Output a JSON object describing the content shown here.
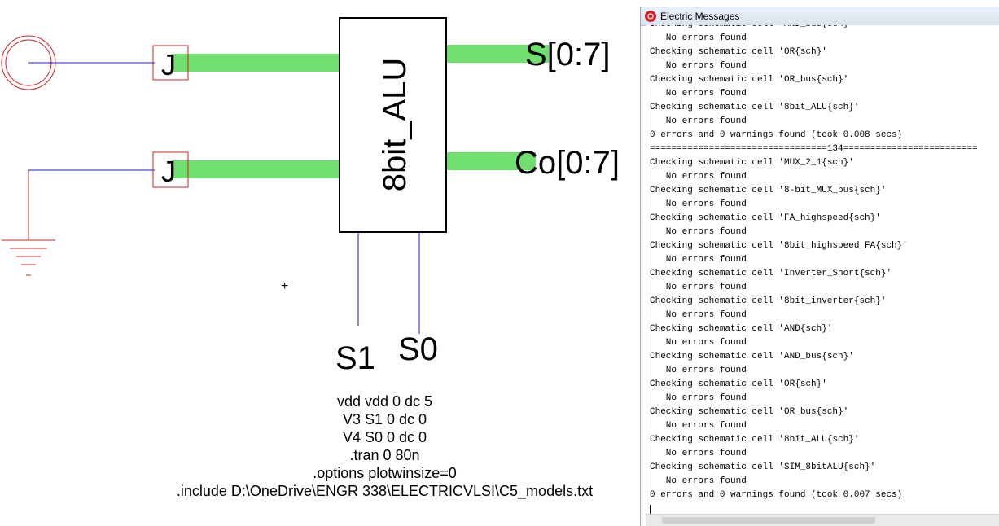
{
  "schematic": {
    "alu_label": "8bit_ALU",
    "jumper_top_label": "J",
    "jumper_bottom_label": "J",
    "output_s": "S[0:7]",
    "output_co": "Co[0:7]",
    "input_s1": "S1",
    "input_s0": "S0",
    "crosshair": "+",
    "colors": {
      "bus": "#6fe06f",
      "wire": "#1a1acc",
      "power": "#cc2222",
      "box": "#000000"
    }
  },
  "spice": {
    "line1": "vdd vdd 0 dc 5",
    "line2": "V3 S1 0 dc 0",
    "line3": "V4 S0 0 dc 0",
    "line4": ".tran 0 80n",
    "line5": ".options plotwinsize=0",
    "line6": ".include D:\\OneDrive\\ENGR 338\\ELECTRICVLSI\\C5_models.txt"
  },
  "messages_window": {
    "title": "Electric Messages",
    "icon": "electric-app-icon",
    "lines": [
      "Checking schematic cell 'AND_bus{sch}'",
      "   No errors found",
      "Checking schematic cell 'OR{sch}'",
      "   No errors found",
      "Checking schematic cell 'OR_bus{sch}'",
      "   No errors found",
      "Checking schematic cell '8bit_ALU{sch}'",
      "   No errors found",
      "0 errors and 0 warnings found (took 0.008 secs)",
      "=================================134=========================",
      "Checking schematic cell 'MUX_2_1{sch}'",
      "   No errors found",
      "Checking schematic cell '8-bit_MUX_bus{sch}'",
      "   No errors found",
      "Checking schematic cell 'FA_highspeed{sch}'",
      "   No errors found",
      "Checking schematic cell '8bit_highspeed_FA{sch}'",
      "   No errors found",
      "Checking schematic cell 'Inverter_Short{sch}'",
      "   No errors found",
      "Checking schematic cell '8bit_inverter{sch}'",
      "   No errors found",
      "Checking schematic cell 'AND{sch}'",
      "   No errors found",
      "Checking schematic cell 'AND_bus{sch}'",
      "   No errors found",
      "Checking schematic cell 'OR{sch}'",
      "   No errors found",
      "Checking schematic cell 'OR_bus{sch}'",
      "   No errors found",
      "Checking schematic cell '8bit_ALU{sch}'",
      "   No errors found",
      "Checking schematic cell 'SIM_8bitALU{sch}'",
      "   No errors found",
      "0 errors and 0 warnings found (took 0.007 secs)"
    ]
  }
}
